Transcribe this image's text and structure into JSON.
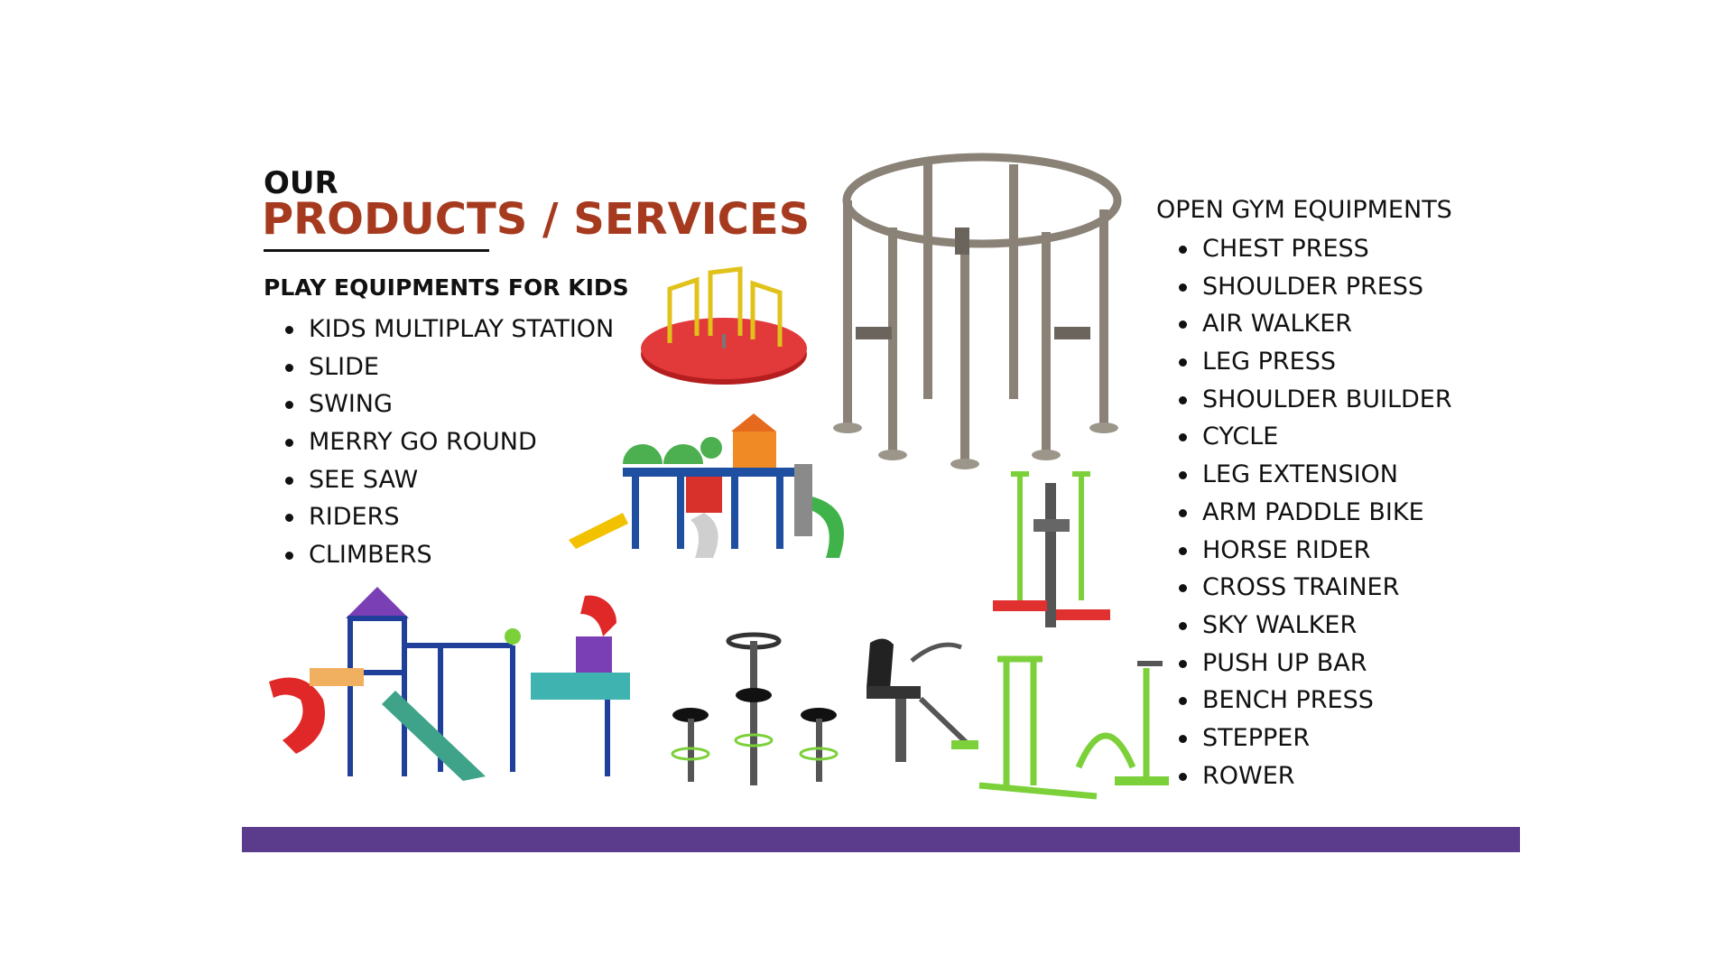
{
  "header": {
    "overline": "OUR",
    "title": "PRODUCTS / SERVICES"
  },
  "kids": {
    "heading": "PLAY EQUIPMENTS FOR KIDS",
    "items": [
      "KIDS MULTIPLAY STATION",
      "SLIDE",
      "SWING",
      "MERRY GO ROUND",
      "SEE SAW",
      "RIDERS",
      "CLIMBERS"
    ]
  },
  "gym": {
    "heading": "OPEN GYM EQUIPMENTS",
    "items": [
      "CHEST PRESS",
      "SHOULDER PRESS",
      "AIR WALKER",
      "LEG PRESS",
      "SHOULDER BUILDER",
      "CYCLE",
      "LEG EXTENSION",
      "ARM PADDLE BIKE",
      "HORSE RIDER",
      "CROSS TRAINER",
      "SKY WALKER",
      "PUSH UP BAR",
      "BENCH PRESS",
      "STEPPER",
      "ROWER"
    ]
  },
  "colors": {
    "title": "#a63a1f",
    "bar": "#5b3b8c",
    "text": "#111111"
  }
}
